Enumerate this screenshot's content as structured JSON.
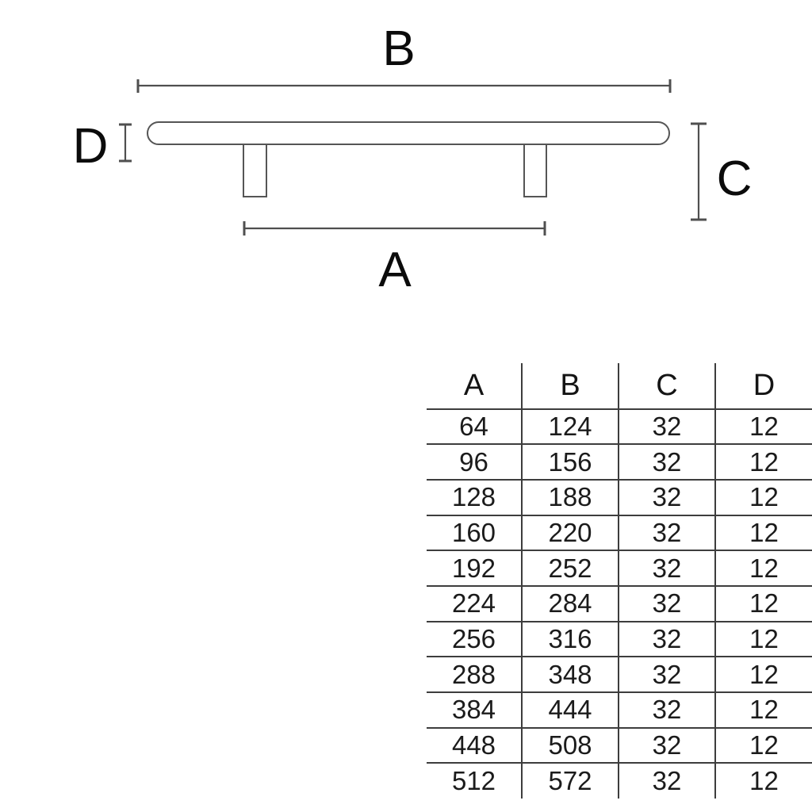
{
  "diagram": {
    "label_b": "B",
    "label_a": "A",
    "label_c": "C",
    "label_d": "D"
  },
  "table": {
    "headers": [
      "A",
      "B",
      "C",
      "D"
    ],
    "rows": [
      [
        64,
        124,
        32,
        12
      ],
      [
        96,
        156,
        32,
        12
      ],
      [
        128,
        188,
        32,
        12
      ],
      [
        160,
        220,
        32,
        12
      ],
      [
        192,
        252,
        32,
        12
      ],
      [
        224,
        284,
        32,
        12
      ],
      [
        256,
        316,
        32,
        12
      ],
      [
        288,
        348,
        32,
        12
      ],
      [
        384,
        444,
        32,
        12
      ],
      [
        448,
        508,
        32,
        12
      ],
      [
        512,
        572,
        32,
        12
      ]
    ]
  }
}
